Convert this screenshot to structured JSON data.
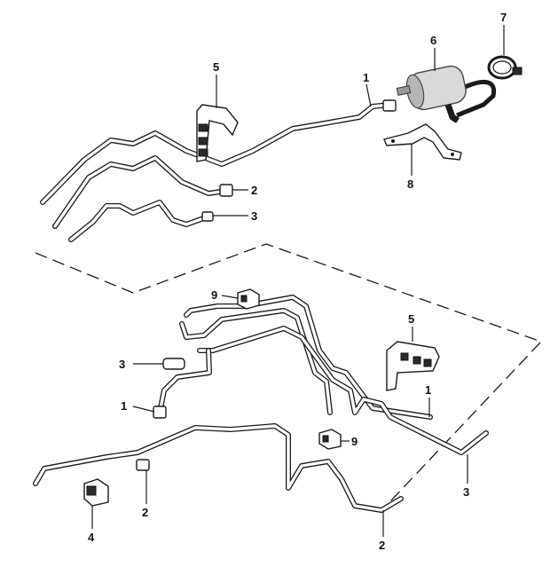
{
  "callouts": {
    "top_1": "1",
    "top_2": "2",
    "top_3": "3",
    "top_5": "5",
    "top_6": "6",
    "top_7": "7",
    "top_8": "8",
    "bot_9a": "9",
    "bot_5": "5",
    "bot_3a": "3",
    "bot_1a": "1",
    "bot_1b": "1",
    "bot_9b": "9",
    "bot_3b": "3",
    "bot_2a": "2",
    "bot_4": "4",
    "bot_2b": "2"
  }
}
